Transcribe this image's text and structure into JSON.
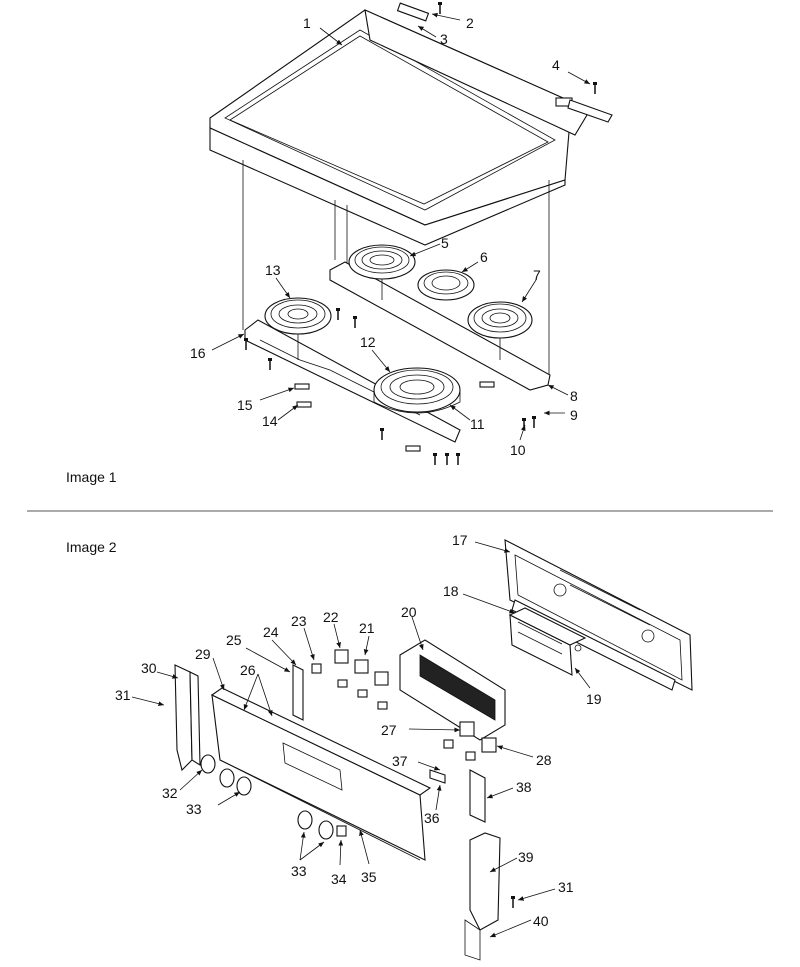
{
  "captions": {
    "image1": "Image 1",
    "image2": "Image 2"
  },
  "labels": [
    "1",
    "2",
    "3",
    "4",
    "5",
    "6",
    "7",
    "8",
    "9",
    "10",
    "11",
    "12",
    "13",
    "14",
    "15",
    "16",
    "17",
    "18",
    "19",
    "20",
    "21",
    "22",
    "23",
    "24",
    "25",
    "26",
    "27",
    "28",
    "29",
    "30",
    "31",
    "32",
    "33",
    "33",
    "34",
    "35",
    "36",
    "37",
    "38",
    "39",
    "31",
    "40"
  ]
}
